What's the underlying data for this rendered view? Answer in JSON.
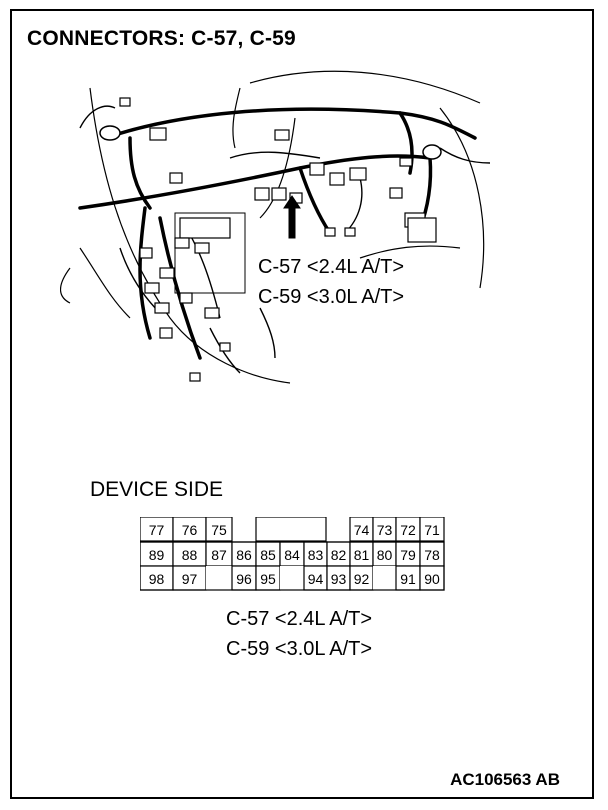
{
  "title": "CONNECTORS: C-57, C-59",
  "callout_top": {
    "line1": "C-57 <2.4L A/T>",
    "line2": "C-59 <3.0L A/T>"
  },
  "device_side_label": "DEVICE SIDE",
  "connector_pins": {
    "row1": [
      "77",
      "76",
      "75",
      "",
      "",
      "74",
      "73",
      "72",
      "71"
    ],
    "row2": [
      "89",
      "88",
      "87",
      "86",
      "85",
      "84",
      "83",
      "82",
      "81",
      "80",
      "79",
      "78"
    ],
    "row3": [
      "98",
      "97",
      "",
      "96",
      "95",
      "",
      "94",
      "93",
      "92",
      "",
      "91",
      "90"
    ]
  },
  "callout_bottom": {
    "line1": "C-57 <2.4L A/T>",
    "line2": "C-59 <3.0L A/T>"
  },
  "figure_id": "AC106563 AB"
}
